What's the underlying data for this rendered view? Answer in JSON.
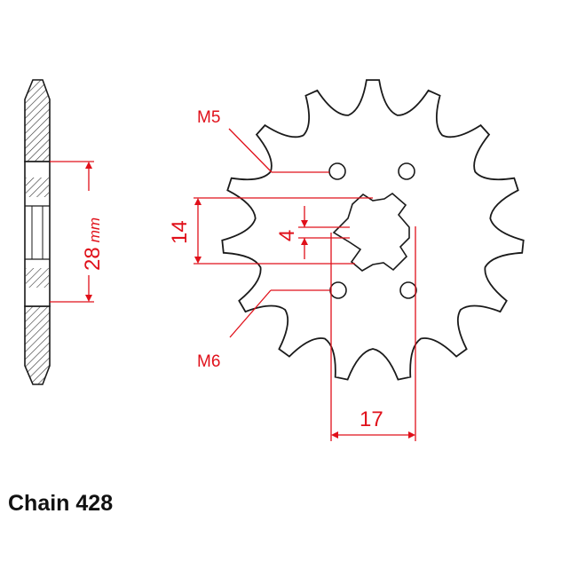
{
  "caption": "Chain 428",
  "labels": {
    "thread_top": "M5",
    "thread_bottom": "M6",
    "height_mm": "14",
    "key_mm": "4",
    "width_mm": "17",
    "thickness": "28",
    "thickness_unit": "mm"
  },
  "sprocket": {
    "teeth": 15
  },
  "colors": {
    "dimension": "#e0101a",
    "outline": "#1a1a1a"
  }
}
